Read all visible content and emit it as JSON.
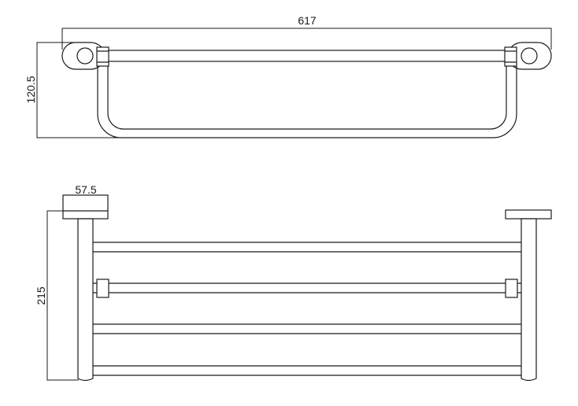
{
  "drawing": {
    "top_view": {
      "width_dimension": "617",
      "depth_dimension": "120.5"
    },
    "front_view": {
      "flange_dimension": "57.5",
      "height_dimension": "215"
    },
    "colors": {
      "line": "#1a1a1a",
      "background": "#ffffff"
    }
  }
}
